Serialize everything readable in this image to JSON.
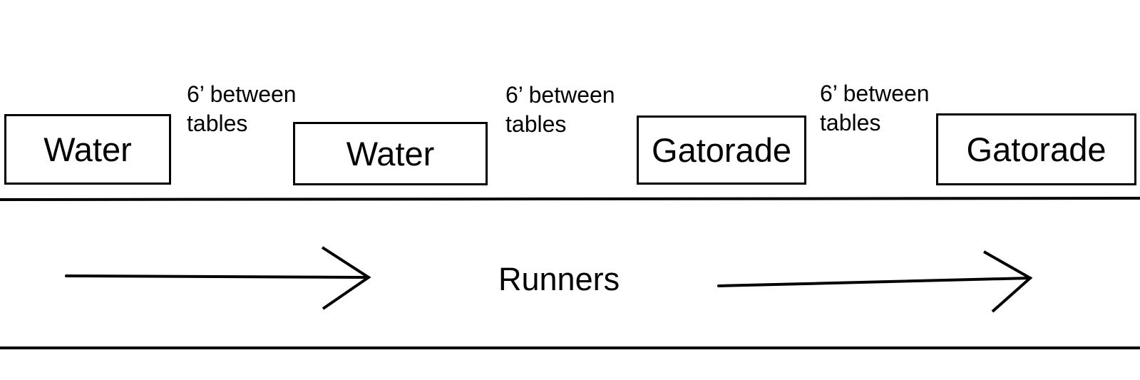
{
  "tables": [
    {
      "label": "Water"
    },
    {
      "label": "Water"
    },
    {
      "label": "Gatorade"
    },
    {
      "label": "Gatorade"
    }
  ],
  "gaps": [
    {
      "line1": "6’ between",
      "line2": "tables"
    },
    {
      "line1": "6’ between",
      "line2": "tables"
    },
    {
      "line1": "6’ between",
      "line2": "tables"
    }
  ],
  "runners_label": "Runners",
  "colors": {
    "stroke": "#000000",
    "background": "#ffffff"
  }
}
